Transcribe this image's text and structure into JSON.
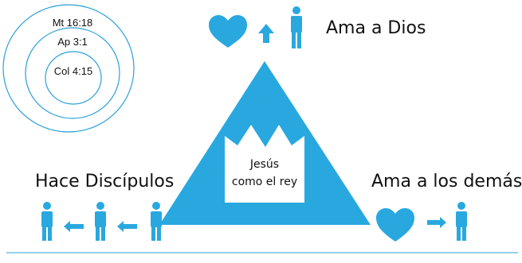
{
  "circles": {
    "outer_ref": "Mt 16:18",
    "middle_ref": "Ap 3:1",
    "inner_ref": "Col 4:15"
  },
  "top": {
    "label": "Ama a Dios"
  },
  "left": {
    "label": "Hace Discípulos"
  },
  "right": {
    "label": "Ama a los demás"
  },
  "center": {
    "line1": "Jesús",
    "line2": "como el rey"
  },
  "colors": {
    "accent": "#29A8E0",
    "circle_stroke": "#2AA0D8",
    "baseline": "#2AA0D8"
  }
}
